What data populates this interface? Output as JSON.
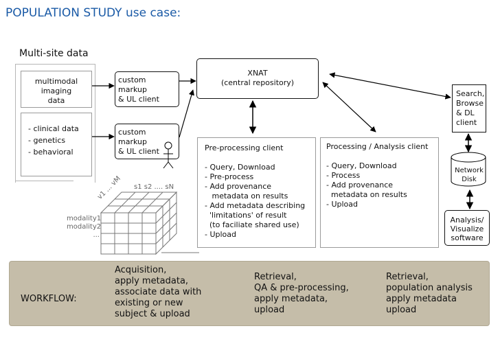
{
  "title": "POPULATION STUDY use case:",
  "multi_site": {
    "label": "Multi-site data",
    "imaging_box": [
      "multimodal",
      "imaging",
      "data"
    ],
    "clinical_box": [
      "- clinical data",
      "- genetics",
      "- behavioral"
    ]
  },
  "custom_markup_clients": [
    {
      "lines": [
        "custom",
        "markup",
        "& UL client"
      ]
    },
    {
      "lines": [
        "custom",
        "markup",
        "& UL client"
      ]
    }
  ],
  "xnat": {
    "name": "XNAT",
    "subtitle": "(central repository)"
  },
  "preprocessing_client": {
    "title": "Pre-processing client",
    "items": [
      "- Query, Download",
      "- Pre-process",
      "- Add provenance",
      "   metadata on results",
      "- Add metadata describing",
      "  'limitations' of result",
      "  (to faciliate shared use)",
      "- Upload"
    ]
  },
  "processing_client": {
    "title": "Processing / Analysis client",
    "items": [
      "- Query, Download",
      "- Process",
      "- Add provenance",
      "  metadata on results",
      "- Upload"
    ]
  },
  "search_client": {
    "lines": [
      "Search,",
      "Browse",
      "& DL",
      "client"
    ]
  },
  "network_disk": {
    "lines": [
      "Network",
      "Disk"
    ]
  },
  "analysis_software": {
    "lines": [
      "Analysis/",
      "Visualize",
      "software"
    ]
  },
  "data_cube": {
    "top_labels": "s1  s2 .... sN",
    "depth_labels": "v1 ... vM",
    "row_labels": [
      "modality1",
      "modality2",
      "..."
    ]
  },
  "workflow": {
    "label": "WORKFLOW:",
    "steps": [
      "Acquisition,\napply metadata,\nassociate data with\nexisting or new\nsubject & upload",
      "Retrieval,\nQA & pre-processing,\napply metadata,\nupload",
      "Retrieval,\npopulation analysis\napply metadata\nupload"
    ]
  }
}
